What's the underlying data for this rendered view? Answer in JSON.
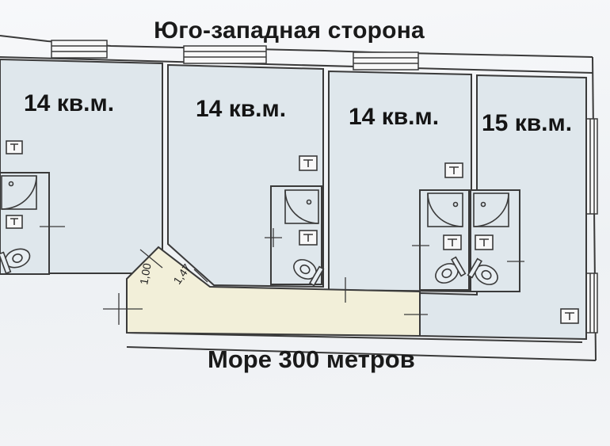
{
  "heading": "Юго-западная сторона",
  "footer": "Море 300 метров",
  "rooms": [
    {
      "area": "14 кв.м."
    },
    {
      "area": "14 кв.м."
    },
    {
      "area": "14 кв.м."
    },
    {
      "area": "15 кв.м."
    }
  ],
  "dimensions": {
    "corridor_a": "1,00",
    "corridor_b": "1,47"
  },
  "colors": {
    "room_fill": "#dfe7ec",
    "corridor_fill": "#f2efd9",
    "wall": "#3a3a3a"
  },
  "icons": [
    "socket-icon",
    "shower-icon",
    "toilet-icon",
    "window-icon"
  ]
}
